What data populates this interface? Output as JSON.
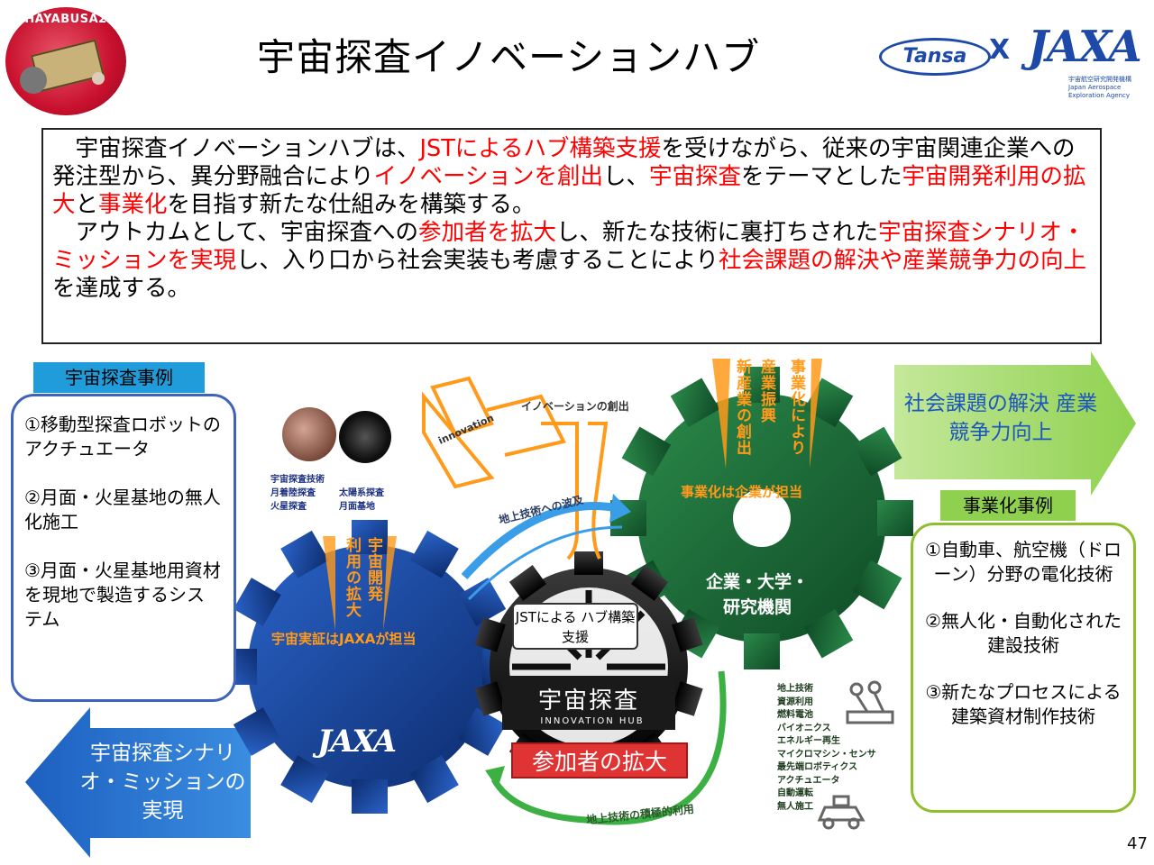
{
  "header": {
    "title": "宇宙探査イノベーションハブ",
    "badge_text": "HAYABUSA2",
    "tansa_logo": "Tansa",
    "tansa_x": "X",
    "jaxa_logo": "JAXA",
    "jaxa_sub": "宇宙航空研究開発機構 Japan Aerospace Exploration Agency"
  },
  "intro": {
    "p1": [
      {
        "t": "宇宙探査イノベーションハブは、",
        "red": false
      },
      {
        "t": "JSTによるハブ構築支援",
        "red": true
      },
      {
        "t": "を受けながら、従来の宇宙関連企業への発注型から、異分野融合により",
        "red": false
      },
      {
        "t": "イノベーションを創出",
        "red": true
      },
      {
        "t": "し、",
        "red": false
      },
      {
        "t": "宇宙探査",
        "red": true
      },
      {
        "t": "をテーマとした",
        "red": false
      },
      {
        "t": "宇宙開発利用の拡大",
        "red": true
      },
      {
        "t": "と",
        "red": false
      },
      {
        "t": "事業化",
        "red": true
      },
      {
        "t": "を目指す新たな仕組みを構築する。",
        "red": false
      }
    ],
    "p2": [
      {
        "t": "アウトカムとして、宇宙探査への",
        "red": false
      },
      {
        "t": "参加者を拡大",
        "red": true
      },
      {
        "t": "し、新たな技術に裏打ちされた",
        "red": false
      },
      {
        "t": "宇宙探査シナリオ・ミッションを実現",
        "red": true
      },
      {
        "t": "し、入り口から社会実装も考慮することにより",
        "red": false
      },
      {
        "t": "社会課題の解決や産業競争力の向上",
        "red": true
      },
      {
        "t": "を達成する。",
        "red": false
      }
    ]
  },
  "space_examples": {
    "label": "宇宙探査事例",
    "items": [
      "①移動型探査ロボットのアクチュエータ",
      "②月面・火星基地の無人化施工",
      "③月面・火星基地用資材を現地で製造するシステム"
    ]
  },
  "business_examples": {
    "label": "事業化事例",
    "items": [
      "①自動車、航空機（ドローン）分野の電化技術",
      "②無人化・自動化された建設技術",
      "③新たなプロセスによる建築資材制作技術"
    ]
  },
  "arrows": {
    "right": "社会課題の解決 産業競争力向上",
    "left": "宇宙探査シナリオ・ミッションの実現"
  },
  "diagram": {
    "green_v1": "事業化により",
    "green_v2": "産業振興",
    "green_v3": "新産業の創出",
    "green_role": "事業化は企業が担当",
    "green_main": "企業・大学・研究機関",
    "blue_v1": "宇宙開発",
    "blue_v2": "利用の拡大",
    "blue_role": "宇宙実証はJAXAが担当",
    "blue_logo": "JAXA",
    "jst_box": "JSTによる ハブ構築支援",
    "hub_title": "宇宙探査",
    "hub_sub": "INNOVATION HUB",
    "participants": "参加者の拡大",
    "innovation_label": "イノベーションの創出",
    "innovation_tag": "innovation",
    "wave_label": "地上技術への波及",
    "active_label": "地上技術の積極的利用"
  },
  "space_tech": {
    "title": "宇宙探査技術",
    "rows": [
      [
        "月着陸探査",
        "太陽系探査"
      ],
      [
        "火星探査",
        "月面基地"
      ]
    ]
  },
  "ground_tech": {
    "title": "地上技術",
    "items": [
      "資源利用",
      "燃料電池",
      "バイオニクス",
      "エネルギー再生",
      "マイクロマシン・センサ",
      "最先端ロボティクス",
      "アクチュエータ",
      "自動運転",
      "無人施工"
    ]
  },
  "page_number": "47",
  "colors": {
    "accent_red": "#ff0000",
    "gear_green": "#1e6b3c",
    "gear_blue": "#1d4aa8",
    "orange": "#ff9a1a",
    "label_blue": "#1f9cd9",
    "label_green": "#8fd14f"
  }
}
